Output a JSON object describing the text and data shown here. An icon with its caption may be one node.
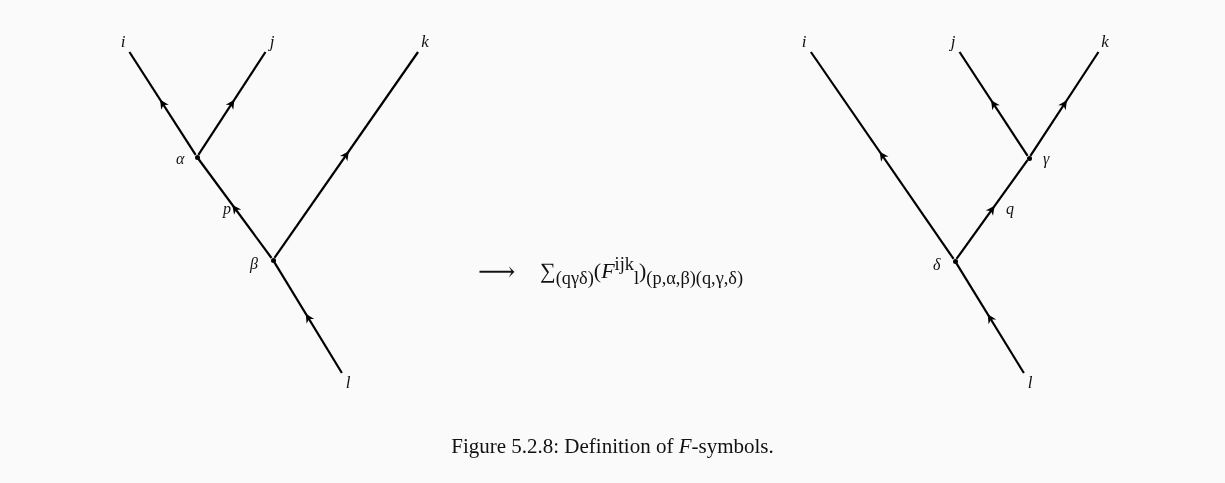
{
  "diagram": {
    "caption": "Figure 5.2.8: Definition of *F*-symbols.",
    "nodes": [
      {
        "text": [
          "i"
        ]
      },
      {
        "text": [
          "j"
        ]
      },
      {
        "text": [
          "k"
        ]
      },
      {
        "text": [],
        "shape": "dot",
        "beside": [
          "α"
        ]
      },
      {
        "text": [],
        "shape": "dot",
        "beside": [
          "β"
        ]
      },
      {
        "text": [
          "l"
        ]
      },
      {
        "text": [
          "i"
        ]
      },
      {
        "text": [
          "j"
        ]
      },
      {
        "text": [
          "k"
        ]
      },
      {
        "text": [],
        "shape": "dot",
        "beside": [
          "γ"
        ]
      },
      {
        "text": [],
        "shape": "dot",
        "beside": [
          "δ"
        ]
      },
      {
        "text": [
          "l"
        ]
      }
    ],
    "edges": [
      {
        "from": 5,
        "to": 4,
        "arrow": "to"
      },
      {
        "from": 4,
        "to": 3,
        "arrow": "to",
        "label": "p"
      },
      {
        "from": 3,
        "to": 0,
        "arrow": "to"
      },
      {
        "from": 3,
        "to": 1,
        "arrow": "to"
      },
      {
        "from": 4,
        "to": 2,
        "arrow": "to"
      },
      {
        "from": 11,
        "to": 10,
        "arrow": "to"
      },
      {
        "from": 10,
        "to": 6,
        "arrow": "to"
      },
      {
        "from": 10,
        "to": 9,
        "arrow": "to",
        "label": "q"
      },
      {
        "from": 9,
        "to": 7,
        "arrow": "to"
      },
      {
        "from": 9,
        "to": 8,
        "arrow": "to"
      }
    ],
    "labels": [
      "⟶",
      "∑$_{(qγδ)}$(*F*$^{ijk}$$_{l}$)$_{(p,α,β)(q,γ,δ)}$"
    ]
  }
}
